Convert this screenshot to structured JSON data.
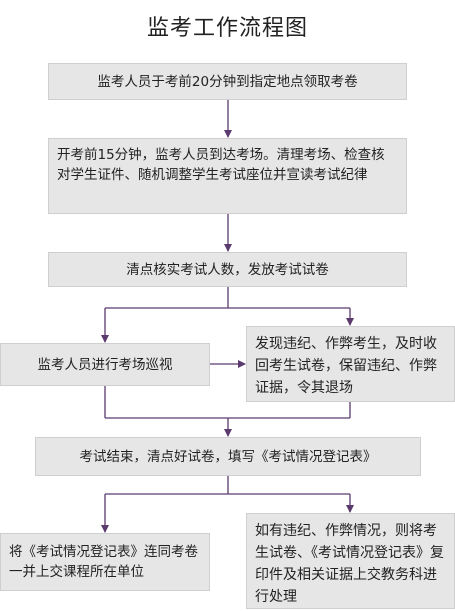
{
  "title": "监考工作流程图",
  "steps": {
    "arrive_time": "监考人员于考前20分钟到指定地点领取考卷",
    "preparation": "开考前15分钟，监考人员到达考场。清理考场、检查核对学生证件、随机调整学生考试座位并宣读考试纪律",
    "count_distribute": "清点核实考试人数，发放考试试卷",
    "patrol": "监考人员进行考场巡视",
    "violation": "发现违纪、作弊考生，及时收回考生试卷，保留违纪、作弊证据，令其退场",
    "finish": "考试结束，清点好试卷，填写《考试情况登记表》",
    "submit": "将《考试情况登记表》连同考卷一并上交课程所在单位",
    "report": "如有违纪、作弊情况，则将考生试卷、《考试情况登记表》复印件及相关证据上交教务科进行处理"
  },
  "colors": {
    "box_fill": "#e6e6e6",
    "box_border": "#cfcfcf",
    "arrow": "#5b3a6e"
  }
}
